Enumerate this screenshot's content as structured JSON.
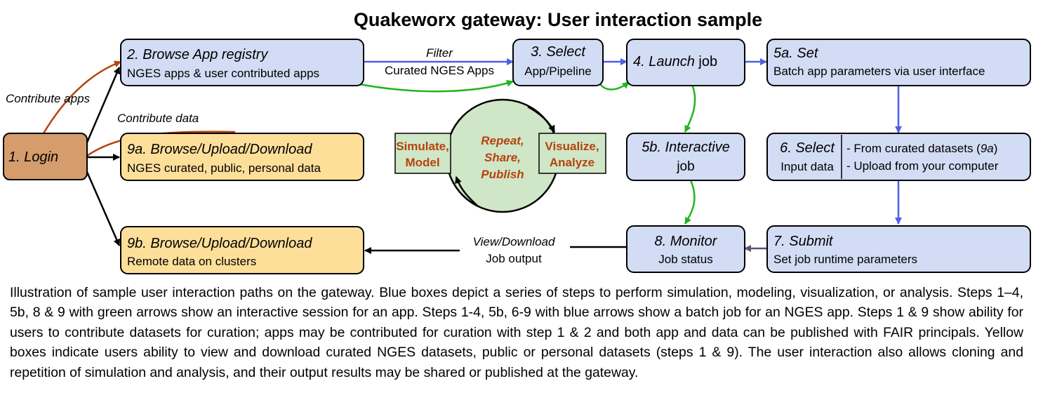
{
  "title": "Quakeworx gateway: User interaction sample",
  "nodes": {
    "login": {
      "label": "1. Login"
    },
    "browse_app": {
      "head": "2. Browse App registry",
      "sub": "NGES apps & user contributed apps"
    },
    "select_app": {
      "head": "3. Select",
      "sub": "App/Pipeline"
    },
    "launch": {
      "head": "4. Launch",
      "head_tail": " job"
    },
    "set_params": {
      "head": "5a. Set",
      "sub": "Batch app parameters via user interface"
    },
    "interactive": {
      "head": "5b. Interactive",
      "sub": "job"
    },
    "select_input": {
      "head": "6. Select",
      "sub": "Input data",
      "opt1_pre": "- From curated datasets (",
      "opt1_em": "9a",
      "opt1_post": ")",
      "opt2": "- Upload from your computer"
    },
    "submit": {
      "head": "7. Submit",
      "sub": "Set job runtime parameters"
    },
    "monitor": {
      "head": "8. Monitor",
      "sub": "Job status"
    },
    "browse_data": {
      "head": "9a. Browse/Upload/Download",
      "sub": "NGES curated, public, personal data"
    },
    "browse_remote": {
      "head": "9b. Browse/Upload/Download",
      "sub": "Remote data on clusters"
    }
  },
  "cycle": {
    "center": [
      "Repeat,",
      "Share,",
      "Publish"
    ],
    "left": [
      "Simulate,",
      "Model"
    ],
    "right": [
      "Visualize,",
      "Analyze"
    ]
  },
  "edge_labels": {
    "contribute_apps": "Contribute apps",
    "contribute_data": "Contribute data",
    "filter": "Filter",
    "curated": "Curated NGES Apps",
    "view_download": "View/Download",
    "job_output": "Job output"
  },
  "colors": {
    "blue_box": "#d2dcf4",
    "yellow_box": "#fedf9a",
    "login_box": "#d59c6c",
    "green_box": "#cfe6c7",
    "blue_arrow": "#4f5fe6",
    "green_arrow": "#1fb51f",
    "brown_arrow": "#b5430c",
    "monitor_arrow": "#555577"
  },
  "caption": "Illustration of sample user interaction paths on the gateway. Blue boxes depict a series of steps to perform simulation, modeling, visualization, or analysis. Steps 1–4, 5b, 8 & 9 with green arrows show an interactive session for an app. Steps 1-4, 5b, 6-9 with blue arrows show a batch job for an NGES app. Steps 1 & 9 show ability for users to contribute datasets for curation; apps may be contributed for curation with step 1 & 2 and both app and data can be published with FAIR principals. Yellow boxes indicate users ability to view and download curated NGES datasets, public or personal datasets (steps 1 & 9). The user interaction also allows cloning and repetition of simulation and analysis, and their output results may be shared or published at the gateway."
}
